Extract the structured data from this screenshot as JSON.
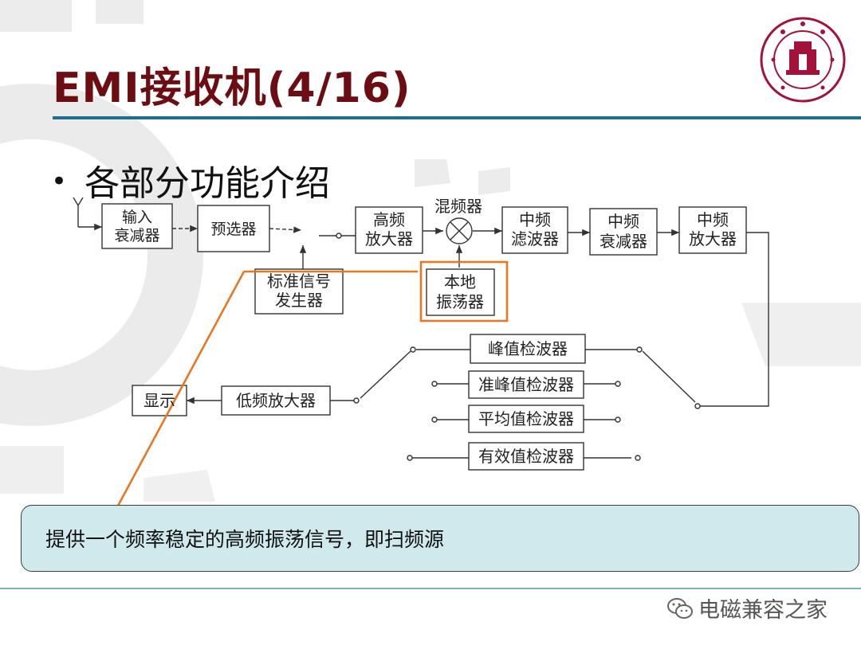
{
  "slide": {
    "title": "EMI接收机(4/16)",
    "bullet": "各部分功能介绍",
    "note": "提供一个频率稳定的高频振荡信号，即扫频源",
    "watermark": "电磁兼容之家"
  },
  "diagram": {
    "blocks": {
      "input_attenuator": [
        "输入",
        "衰减器"
      ],
      "preselector": "预选器",
      "std_signal_gen": [
        "标准信号",
        "发生器"
      ],
      "rf_amp": [
        "高频",
        "放大器"
      ],
      "mixer_label": "混频器",
      "local_osc": [
        "本地",
        "振荡器"
      ],
      "if_filter": [
        "中频",
        "滤波器"
      ],
      "if_attenuator": [
        "中频",
        "衰减器"
      ],
      "if_amp": [
        "中频",
        "放大器"
      ],
      "peak_det": "峰值检波器",
      "quasi_peak_det": "准峰值检波器",
      "avg_det": "平均值检波器",
      "rms_det": "有效值检波器",
      "af_amp": "低频放大器",
      "display": "显示"
    },
    "highlight_color": "#e87722",
    "line_color": "#333333"
  },
  "theme": {
    "title_color": "#6b0d12",
    "rule_color": "#1f6f8b",
    "note_bg": "#cfe9ec"
  }
}
